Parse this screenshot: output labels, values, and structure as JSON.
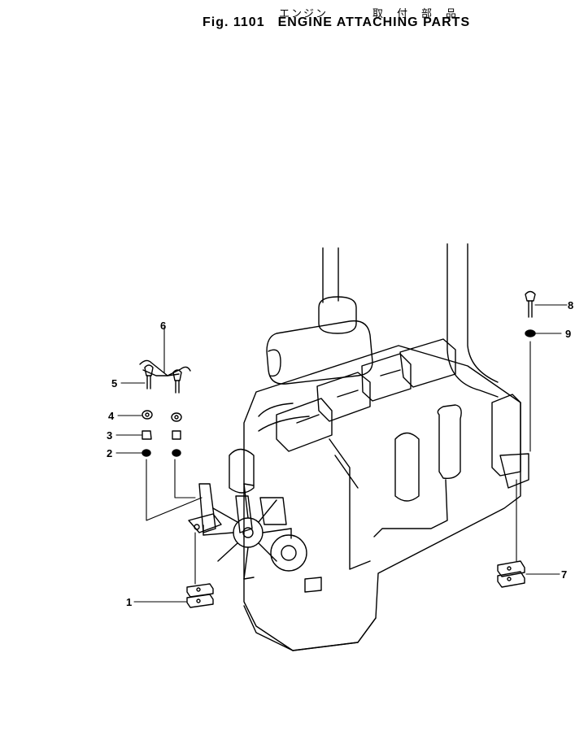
{
  "title": {
    "jp_prefix": "エンジン",
    "jp_suffix": "取　付　部　品",
    "fig_no": "Fig. 1101",
    "text": "ENGINE ATTACHING PARTS"
  },
  "callouts": [
    "1",
    "2",
    "3",
    "4",
    "5",
    "6",
    "7",
    "8",
    "9"
  ]
}
